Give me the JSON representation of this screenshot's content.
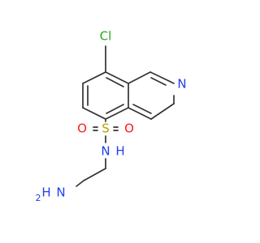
{
  "molecule": {
    "atoms": {
      "cl": {
        "label": "Cl",
        "color": "#22aa22"
      },
      "n_ring": {
        "label": "N",
        "color": "#1f3df0"
      },
      "s": {
        "label": "S",
        "color": "#b8a000"
      },
      "o_left": {
        "label": "O",
        "color": "#ff1a1a"
      },
      "o_right": {
        "label": "O",
        "color": "#ff1a1a"
      },
      "n_h": {
        "label": "N",
        "color": "#1f3df0"
      },
      "h_nh": {
        "label": "H",
        "color": "#1f3df0"
      },
      "n_h2": {
        "label": "N",
        "color": "#1f3df0"
      },
      "h2": {
        "label": "H",
        "color": "#1f3df0"
      },
      "h2_sub": {
        "label": "2",
        "color": "#1f3df0"
      }
    },
    "bond_color": "#333333"
  }
}
